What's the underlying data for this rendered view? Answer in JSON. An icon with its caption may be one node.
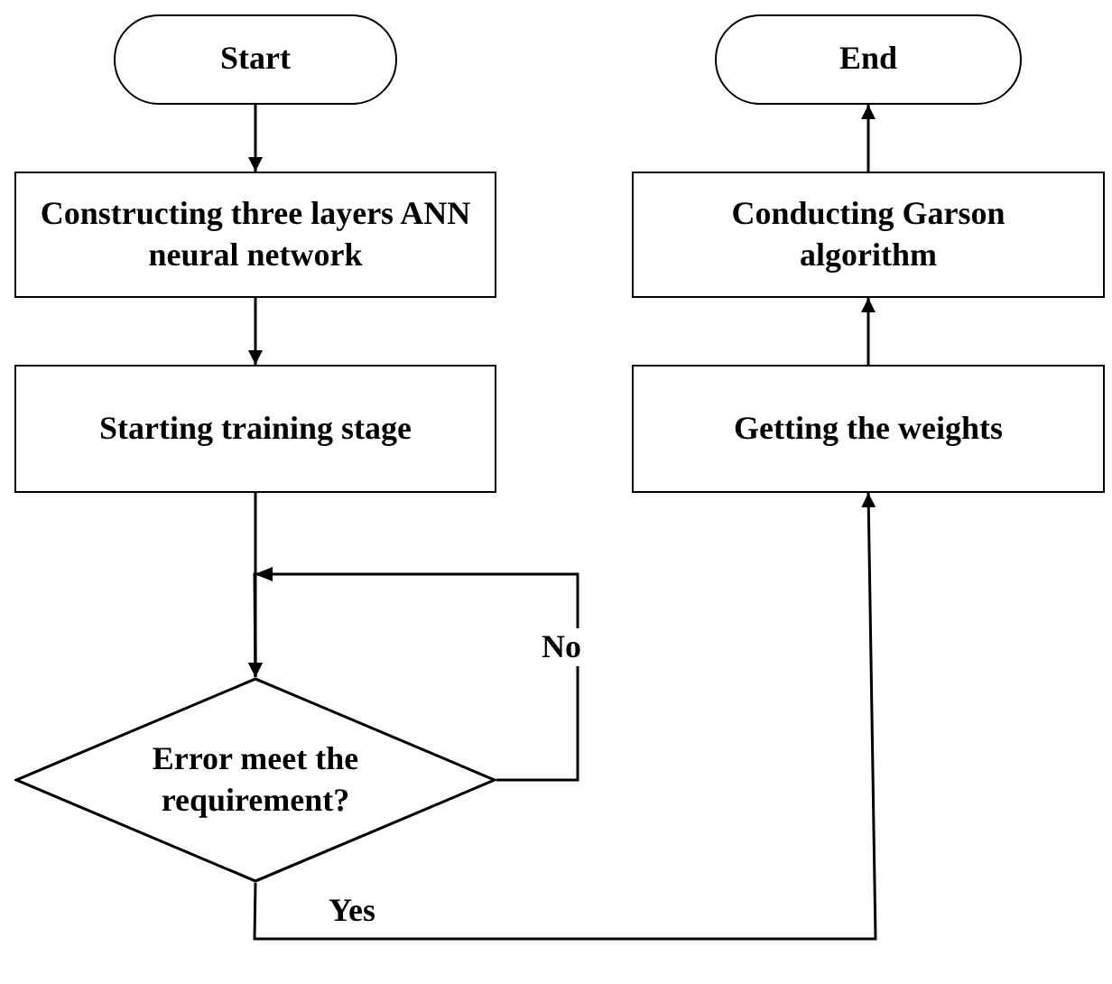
{
  "diagram": {
    "nodes": [
      {
        "text": [
          "Start"
        ]
      },
      {
        "text": [
          "Constructing three layers ANN neural network"
        ]
      },
      {
        "text": [
          "Starting training stage"
        ]
      },
      {
        "text": [
          "Error meet the requirement?"
        ]
      },
      {
        "text": [
          "End"
        ]
      },
      {
        "text": [
          "Conducting Garson algorithm"
        ]
      },
      {
        "text": [
          "Getting the weights"
        ]
      }
    ],
    "edges": [
      {
        "from": 0,
        "to": 1,
        "arrow": "to"
      },
      {
        "from": 1,
        "to": 2,
        "arrow": "to"
      },
      {
        "from": 2,
        "to": 3,
        "arrow": "to"
      },
      {
        "from": 3,
        "to": 3,
        "arrow": "to",
        "label": "No"
      },
      {
        "from": 3,
        "to": 6,
        "arrow": "to",
        "label": "Yes"
      },
      {
        "from": 6,
        "to": 5,
        "arrow": "to"
      },
      {
        "from": 5,
        "to": 4,
        "arrow": "to"
      }
    ]
  }
}
